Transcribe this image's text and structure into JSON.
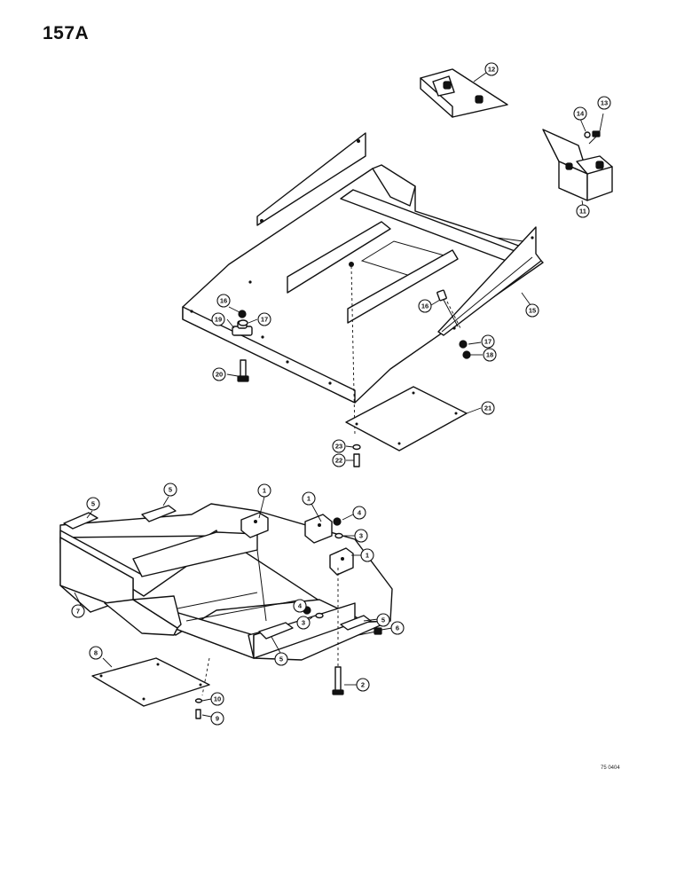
{
  "page": {
    "page_number": "157A",
    "drawing_code": "75 0404"
  },
  "callouts": {
    "upper": [
      "12",
      "14",
      "13",
      "11",
      "15",
      "16",
      "16",
      "19",
      "17",
      "17",
      "18",
      "20",
      "21",
      "23",
      "22"
    ],
    "lower": [
      "5",
      "5",
      "1",
      "1",
      "4",
      "3",
      "1",
      "7",
      "4",
      "3",
      "5",
      "6",
      "5",
      "2",
      "8",
      "10",
      "9"
    ]
  }
}
